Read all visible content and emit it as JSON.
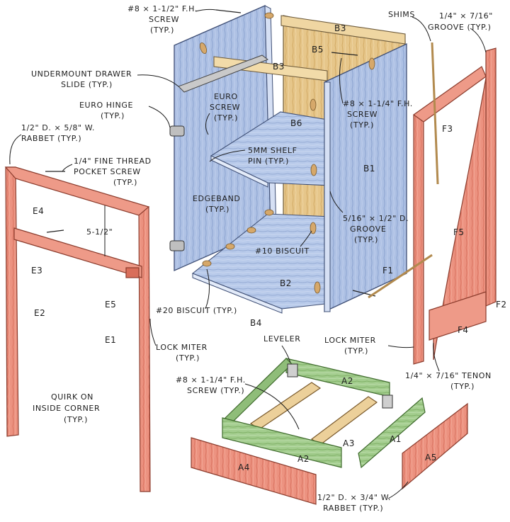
{
  "colors": {
    "cabinet_blue": "#a9bde2",
    "panel_wood": "#e7c98e",
    "frame_red": "#e88a78",
    "base_green": "#9dc88a",
    "biscuit": "#d6a86a"
  },
  "labels": {
    "screw_top": [
      "#8 × 1-1/2\" F.H.",
      "SCREW",
      "(TYP.)"
    ],
    "undermount": [
      "UNDERMOUNT DRAWER",
      "SLIDE (TYP.)"
    ],
    "euro_hinge": [
      "EURO HINGE",
      "(TYP.)"
    ],
    "euro_screw": [
      "EURO",
      "SCREW",
      "(TYP.)"
    ],
    "rabbet_top": [
      "1/2\" D. × 5/8\" W.",
      "RABBET (TYP.)"
    ],
    "pocket_screw": [
      "1/4\" FINE THREAD",
      "POCKET SCREW",
      "(TYP.)"
    ],
    "dim_5": "5-1/2\"",
    "edgeband": [
      "EDGEBAND",
      "(TYP.)"
    ],
    "shelf_pin": [
      "5MM SHELF",
      "PIN (TYP.)"
    ],
    "screw_mid": [
      "#8 × 1-1/4\" F.H.",
      "SCREW",
      "(TYP.)"
    ],
    "groove_mid": [
      "5/16\" × 1/2\" D.",
      "GROOVE",
      "(TYP.)"
    ],
    "biscuit10": "#10 BISCUIT",
    "biscuit20": "#20 BISCUIT (TYP.)",
    "shims": "SHIMS",
    "groove_right": [
      "1/4\" × 7/16\"",
      "GROOVE (TYP.)"
    ],
    "lock_miter_left": [
      "LOCK MITER",
      "(TYP.)"
    ],
    "lock_miter_right": [
      "LOCK MITER",
      "(TYP.)"
    ],
    "tenon": [
      "1/4\" × 7/16\" TENON",
      "(TYP.)"
    ],
    "quirk": [
      "QUIRK ON",
      "INSIDE CORNER",
      "(TYP.)"
    ],
    "leveler": "LEVELER",
    "screw_base": [
      "#8 × 1-1/4\" F.H.",
      "SCREW (TYP.)"
    ],
    "rabbet_bottom": [
      "1/2\" D. × 3/4\" W.",
      "RABBET (TYP.)"
    ]
  },
  "parts": {
    "B1": "B1",
    "B2": "B2",
    "B3a": "B3",
    "B3b": "B3",
    "B4": "B4",
    "B5": "B5",
    "B6": "B6",
    "E1": "E1",
    "E2": "E2",
    "E3": "E3",
    "E4": "E4",
    "E5": "E5",
    "F1": "F1",
    "F2": "F2",
    "F3": "F3",
    "F4": "F4",
    "F5": "F5",
    "A1": "A1",
    "A2a": "A2",
    "A2b": "A2",
    "A3": "A3",
    "A4": "A4",
    "A5": "A5"
  }
}
